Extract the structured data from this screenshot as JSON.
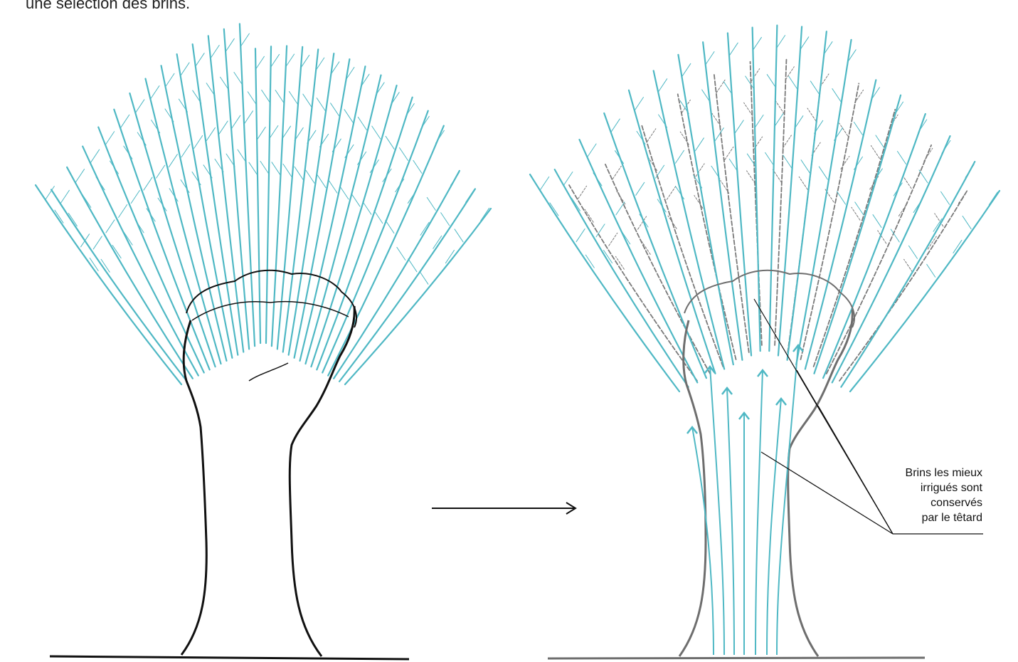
{
  "caption": "une sélection des brins.",
  "annotation": {
    "lines": [
      "Brins les mieux",
      "irrigués sont",
      "conservés",
      "par le têtard"
    ]
  },
  "colors": {
    "branch": "#4fb8c4",
    "trunk_before": "#111111",
    "trunk_after": "#6e6e6e",
    "dashed_branch": "#7a7a7a",
    "arrow": "#111111"
  }
}
